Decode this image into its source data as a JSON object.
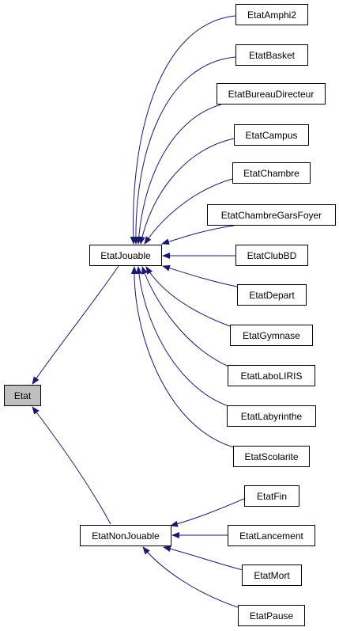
{
  "diagram": {
    "type": "inheritance-graph",
    "edge_color": "#191970",
    "nodes": [
      {
        "id": "Etat",
        "label": "Etat",
        "fill": "#bfbfbf"
      },
      {
        "id": "EtatJouable",
        "label": "EtatJouable",
        "fill": "#ffffff"
      },
      {
        "id": "EtatNonJouable",
        "label": "EtatNonJouable",
        "fill": "#ffffff"
      },
      {
        "id": "EtatAmphi2",
        "label": "EtatAmphi2",
        "fill": "#ffffff"
      },
      {
        "id": "EtatBasket",
        "label": "EtatBasket",
        "fill": "#ffffff"
      },
      {
        "id": "EtatBureauDirecteur",
        "label": "EtatBureauDirecteur",
        "fill": "#ffffff"
      },
      {
        "id": "EtatCampus",
        "label": "EtatCampus",
        "fill": "#ffffff"
      },
      {
        "id": "EtatChambre",
        "label": "EtatChambre",
        "fill": "#ffffff"
      },
      {
        "id": "EtatChambreGarsFoyer",
        "label": "EtatChambreGarsFoyer",
        "fill": "#ffffff"
      },
      {
        "id": "EtatClubBD",
        "label": "EtatClubBD",
        "fill": "#ffffff"
      },
      {
        "id": "EtatDepart",
        "label": "EtatDepart",
        "fill": "#ffffff"
      },
      {
        "id": "EtatGymnase",
        "label": "EtatGymnase",
        "fill": "#ffffff"
      },
      {
        "id": "EtatLaboLIRIS",
        "label": "EtatLaboLIRIS",
        "fill": "#ffffff"
      },
      {
        "id": "EtatLabyrinthe",
        "label": "EtatLabyrinthe",
        "fill": "#ffffff"
      },
      {
        "id": "EtatScolarite",
        "label": "EtatScolarite",
        "fill": "#ffffff"
      },
      {
        "id": "EtatFin",
        "label": "EtatFin",
        "fill": "#ffffff"
      },
      {
        "id": "EtatLancement",
        "label": "EtatLancement",
        "fill": "#ffffff"
      },
      {
        "id": "EtatMort",
        "label": "EtatMort",
        "fill": "#ffffff"
      },
      {
        "id": "EtatPause",
        "label": "EtatPause",
        "fill": "#ffffff"
      }
    ],
    "edges": [
      {
        "from": "EtatJouable",
        "to": "Etat"
      },
      {
        "from": "EtatNonJouable",
        "to": "Etat"
      },
      {
        "from": "EtatAmphi2",
        "to": "EtatJouable"
      },
      {
        "from": "EtatBasket",
        "to": "EtatJouable"
      },
      {
        "from": "EtatBureauDirecteur",
        "to": "EtatJouable"
      },
      {
        "from": "EtatCampus",
        "to": "EtatJouable"
      },
      {
        "from": "EtatChambre",
        "to": "EtatJouable"
      },
      {
        "from": "EtatChambreGarsFoyer",
        "to": "EtatJouable"
      },
      {
        "from": "EtatClubBD",
        "to": "EtatJouable"
      },
      {
        "from": "EtatDepart",
        "to": "EtatJouable"
      },
      {
        "from": "EtatGymnase",
        "to": "EtatJouable"
      },
      {
        "from": "EtatLaboLIRIS",
        "to": "EtatJouable"
      },
      {
        "from": "EtatLabyrinthe",
        "to": "EtatJouable"
      },
      {
        "from": "EtatScolarite",
        "to": "EtatJouable"
      },
      {
        "from": "EtatFin",
        "to": "EtatNonJouable"
      },
      {
        "from": "EtatLancement",
        "to": "EtatNonJouable"
      },
      {
        "from": "EtatMort",
        "to": "EtatNonJouable"
      },
      {
        "from": "EtatPause",
        "to": "EtatNonJouable"
      }
    ]
  }
}
